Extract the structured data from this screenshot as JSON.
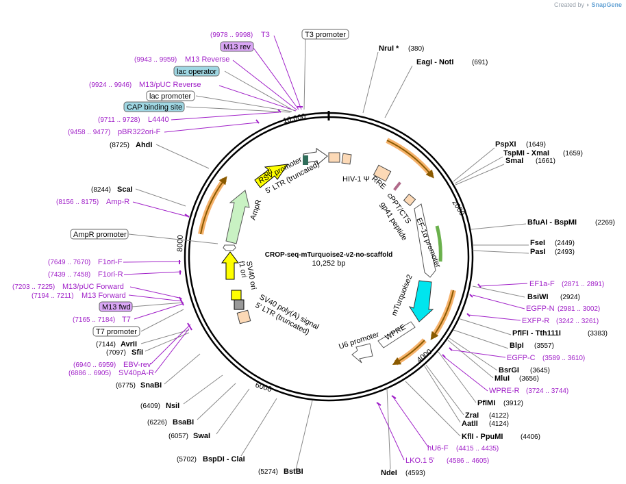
{
  "credit": {
    "prefix": "Created by",
    "brand": "SnapGene"
  },
  "plasmid": {
    "name": "CROP-seq-mTurquoise2-v2-no-scaffold",
    "size": "10,252 bp"
  },
  "ticks": [
    "2000",
    "4000",
    "6000",
    "8000",
    "10,000"
  ],
  "enzymes": [
    {
      "name": "NruI *",
      "pos": "(380)"
    },
    {
      "name": "EagI - NotI",
      "pos": "(691)"
    },
    {
      "name": "PspXI",
      "pos": "(1649)"
    },
    {
      "name": "TspMI - XmaI",
      "pos": "(1659)"
    },
    {
      "name": "SmaI",
      "pos": "(1661)"
    },
    {
      "name": "BfuAI - BspMI",
      "pos": "(2269)"
    },
    {
      "name": "FseI",
      "pos": "(2449)"
    },
    {
      "name": "PasI",
      "pos": "(2493)"
    },
    {
      "name": "BsiWI",
      "pos": "(2924)"
    },
    {
      "name": "PflFI - Tth111I",
      "pos": "(3383)"
    },
    {
      "name": "BlpI",
      "pos": "(3557)"
    },
    {
      "name": "BsrGI",
      "pos": "(3645)"
    },
    {
      "name": "MluI",
      "pos": "(3656)"
    },
    {
      "name": "PflMI",
      "pos": "(3912)"
    },
    {
      "name": "ZraI",
      "pos": "(4122)"
    },
    {
      "name": "AatII",
      "pos": "(4124)"
    },
    {
      "name": "KflI - PpuMI",
      "pos": "(4406)"
    },
    {
      "name": "NdeI",
      "pos": "(4593)"
    },
    {
      "name": "BstBI",
      "pos": "(5274)"
    },
    {
      "name": "BspDI - ClaI",
      "pos": "(5702)"
    },
    {
      "name": "SwaI",
      "pos": "(6057)"
    },
    {
      "name": "BsaBI",
      "pos": "(6226)"
    },
    {
      "name": "NsiI",
      "pos": "(6409)"
    },
    {
      "name": "SnaBI",
      "pos": "(6775)"
    },
    {
      "name": "SfiI",
      "pos": "(7097)"
    },
    {
      "name": "AvrII",
      "pos": "(7144)"
    },
    {
      "name": "ScaI",
      "pos": "(8244)"
    },
    {
      "name": "AhdI",
      "pos": "(8725)"
    }
  ],
  "primers": [
    {
      "name": "T3",
      "pos": "(9978 .. 9998)"
    },
    {
      "name": "M13 Reverse",
      "pos": "(9943 .. 9959)"
    },
    {
      "name": "M13/pUC Reverse",
      "pos": "(9924 .. 9946)"
    },
    {
      "name": "L4440",
      "pos": "(9711 .. 9728)"
    },
    {
      "name": "pBR322ori-F",
      "pos": "(9458 .. 9477)"
    },
    {
      "name": "Amp-R",
      "pos": "(8156 .. 8175)"
    },
    {
      "name": "F1ori-F",
      "pos": "(7649 .. 7670)"
    },
    {
      "name": "F1ori-R",
      "pos": "(7439 .. 7458)"
    },
    {
      "name": "M13/pUC Forward",
      "pos": "(7203 .. 7225)"
    },
    {
      "name": "M13 Forward",
      "pos": "(7194 .. 7211)"
    },
    {
      "name": "T7",
      "pos": "(7165 .. 7184)"
    },
    {
      "name": "EBV-rev",
      "pos": "(6940 .. 6959)"
    },
    {
      "name": "SV40pA-R",
      "pos": "(6886 .. 6905)"
    },
    {
      "name": "EF1a-F",
      "pos": "(2871 .. 2891)"
    },
    {
      "name": "EGFP-N",
      "pos": "(2981 .. 3002)"
    },
    {
      "name": "EXFP-R",
      "pos": "(3242 .. 3261)"
    },
    {
      "name": "EGFP-C",
      "pos": "(3589 .. 3610)"
    },
    {
      "name": "WPRE-R",
      "pos": "(3724 .. 3744)"
    },
    {
      "name": "hU6-F",
      "pos": "(4415 .. 4435)"
    },
    {
      "name": "LKO.1 5'",
      "pos": "(4586 .. 4605)"
    }
  ],
  "boxed_features": [
    {
      "name": "T3 promoter",
      "style": "white"
    },
    {
      "name": "M13 rev",
      "style": "purple"
    },
    {
      "name": "lac operator",
      "style": "teal"
    },
    {
      "name": "lac promoter",
      "style": "white"
    },
    {
      "name": "CAP binding site",
      "style": "teal"
    },
    {
      "name": "AmpR promoter",
      "style": "white"
    },
    {
      "name": "M13 fwd",
      "style": "purple"
    },
    {
      "name": "T7 promoter",
      "style": "white"
    }
  ],
  "inner_features": [
    "RSV promoter",
    "5' LTR (truncated)",
    "HIV-1 Ψ",
    "RRE",
    "cPPT/CTS",
    "gp41 peptide",
    "EF-1α promoter",
    "mTurquoise2",
    "WPRE",
    "U6 promoter",
    "SV40 poly(A) signal",
    "5' LTR (truncated)",
    "SV40 ori",
    "f1 ori",
    "AmpR",
    "ori"
  ],
  "colors": {
    "backbone": "#000000",
    "enzyme_line": "#888888",
    "primer": "#a020c8",
    "orange_arc": "#f6b26b",
    "ori": "#ffff00",
    "ampr": "#c9f2c3",
    "cyan": "#00e5ee",
    "peach": "#fcd9b6",
    "teal_box": "#9fd7e3",
    "purple_box": "#d9a6f5"
  }
}
